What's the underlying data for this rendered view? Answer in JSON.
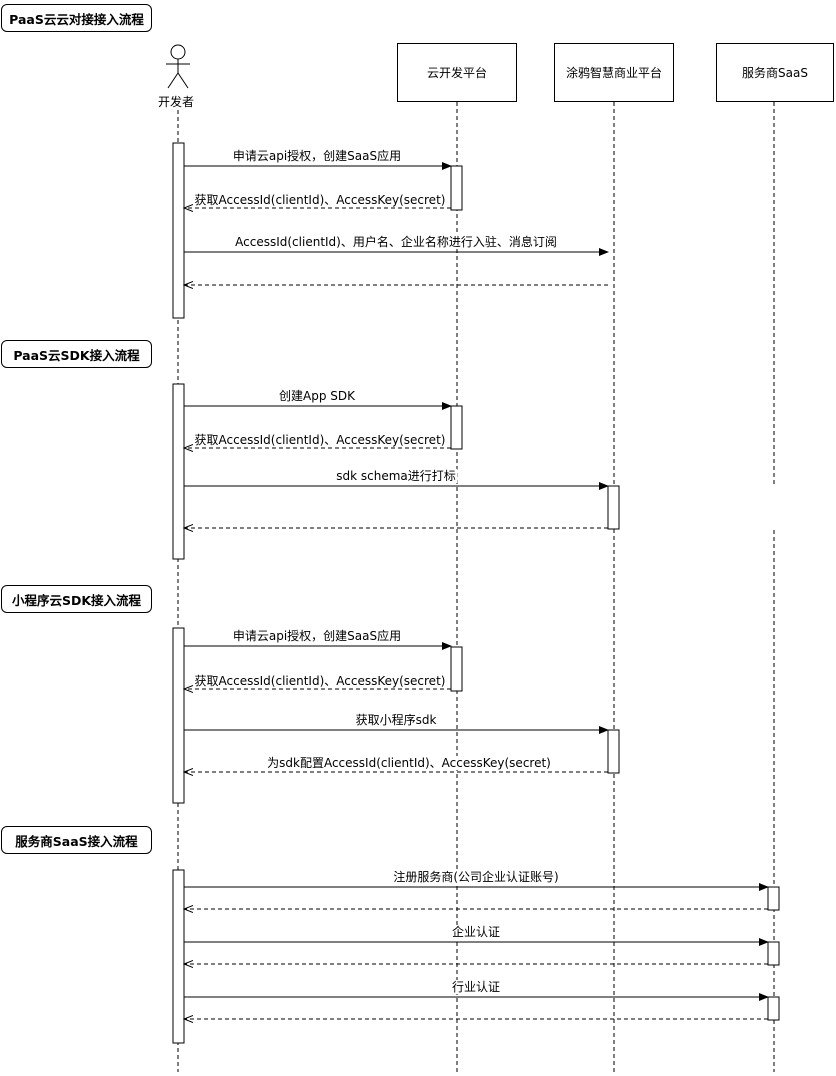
{
  "sections": [
    {
      "title": "PaaS云云对接接入流程"
    },
    {
      "title": "PaaS云SDK接入流程"
    },
    {
      "title": "小程序云SDK接入流程"
    },
    {
      "title": "服务商SaaS接入流程"
    }
  ],
  "actor": {
    "label": "开发者"
  },
  "participants": [
    {
      "label": "云开发平台"
    },
    {
      "label": "涂鸦智慧商业平台"
    },
    {
      "label": "服务商SaaS"
    }
  ],
  "messages": [
    {
      "label": "申请云api授权，创建SaaS应用"
    },
    {
      "label": "获取AccessId(clientId)、AccessKey(secret)"
    },
    {
      "label": "AccessId(clientId)、用户名、企业名称进行入驻、消息订阅"
    },
    {
      "label": ""
    },
    {
      "label": "创建App SDK"
    },
    {
      "label": "获取AccessId(clientId)、AccessKey(secret)"
    },
    {
      "label": "sdk  schema进行打标"
    },
    {
      "label": ""
    },
    {
      "label": "申请云api授权，创建SaaS应用"
    },
    {
      "label": "获取AccessId(clientId)、AccessKey(secret)"
    },
    {
      "label": "获取小程序sdk"
    },
    {
      "label": "为sdk配置AccessId(clientId)、AccessKey(secret)"
    },
    {
      "label": "注册服务商(公司企业认证账号)"
    },
    {
      "label": ""
    },
    {
      "label": "企业认证"
    },
    {
      "label": ""
    },
    {
      "label": "行业认证"
    },
    {
      "label": ""
    }
  ]
}
